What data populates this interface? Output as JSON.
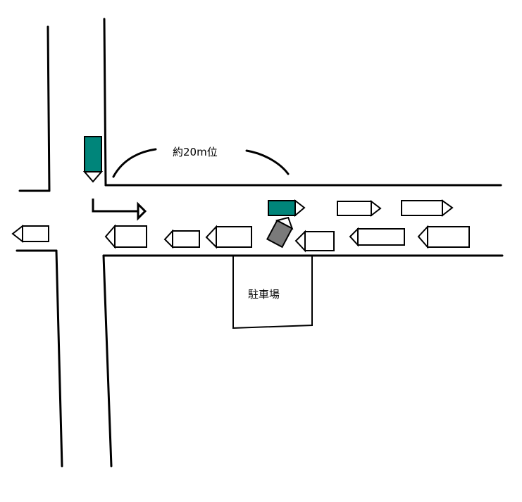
{
  "labels": {
    "distance": "約20m位",
    "parking": "駐車場"
  },
  "colors": {
    "background": "#ffffff",
    "line": "#000000",
    "car_default": "#ffffff",
    "car_highlight": "#00857a",
    "car_involved": "#7a7a7a"
  },
  "cars": [
    {
      "id": "waiting-side-road",
      "fill": "car_highlight",
      "heading": "down"
    },
    {
      "id": "turning-into-lot",
      "fill": "car_highlight",
      "heading": "right"
    },
    {
      "id": "rightbound-2",
      "fill": "car_default",
      "heading": "right"
    },
    {
      "id": "rightbound-3",
      "fill": "car_default",
      "heading": "right"
    },
    {
      "id": "leftbound-1",
      "fill": "car_default",
      "heading": "left"
    },
    {
      "id": "leftbound-2",
      "fill": "car_default",
      "heading": "left"
    },
    {
      "id": "leftbound-3",
      "fill": "car_default",
      "heading": "left"
    },
    {
      "id": "leftbound-4",
      "fill": "car_default",
      "heading": "left"
    },
    {
      "id": "leftbound-5",
      "fill": "car_default",
      "heading": "left"
    },
    {
      "id": "leftbound-6",
      "fill": "car_default",
      "heading": "left"
    },
    {
      "id": "leftbound-7",
      "fill": "car_default",
      "heading": "left"
    },
    {
      "id": "exiting-lot",
      "fill": "car_involved",
      "heading": "up-right"
    }
  ]
}
